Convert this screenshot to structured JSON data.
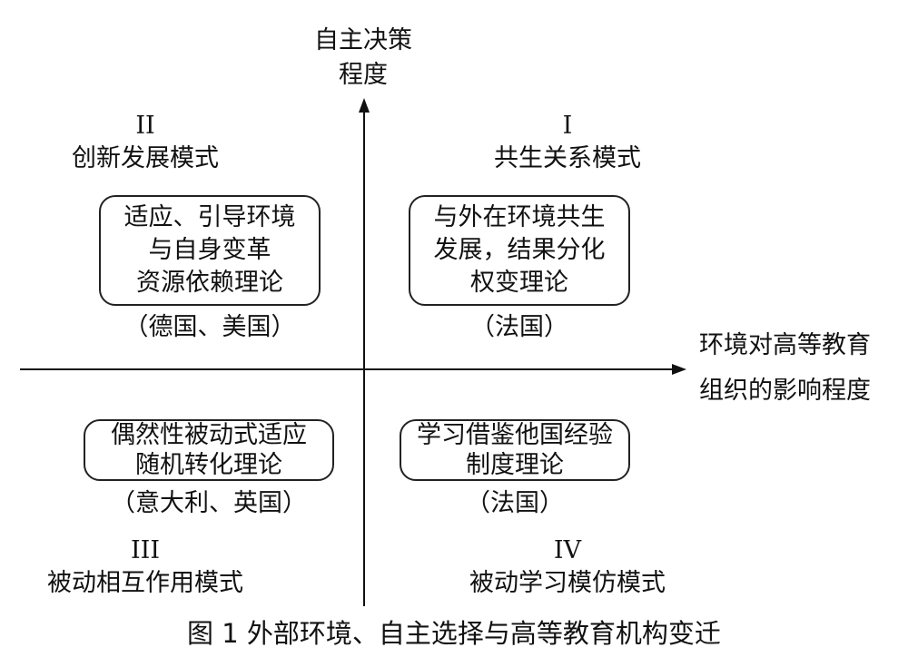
{
  "y_axis": {
    "title_line1": "自主决策",
    "title_line2": "程度"
  },
  "x_axis": {
    "title_line1": "环境对高等教育",
    "title_line2": "组织的影响程度"
  },
  "quadrants": {
    "q1": {
      "numeral": "I",
      "mode": "共生关系模式",
      "box_lines": [
        "与外在环境共生",
        "发展，结果分化",
        "权变理论"
      ],
      "example": "（法国）"
    },
    "q2": {
      "numeral": "II",
      "mode": "创新发展模式",
      "box_lines": [
        "适应、引导环境",
        "与自身变革",
        "资源依赖理论"
      ],
      "example": "（德国、美国）"
    },
    "q3": {
      "numeral": "III",
      "mode": "被动相互作用模式",
      "box_lines": [
        "偶然性被动式适应",
        "随机转化理论"
      ],
      "example": "（意大利、英国）"
    },
    "q4": {
      "numeral": "IV",
      "mode": "被动学习模仿模式",
      "box_lines": [
        "学习借鉴他国经验",
        "制度理论"
      ],
      "example": "（法国）"
    }
  },
  "caption": "图 1  外部环境、自主选择与高等教育机构变迁"
}
